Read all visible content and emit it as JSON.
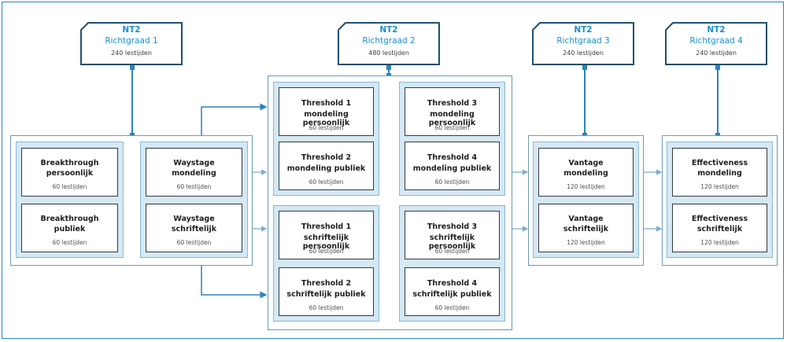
{
  "levels": [
    {
      "code": "NT2",
      "name": "Richtgraad 1",
      "hours": "240 lestijden"
    },
    {
      "code": "NT2",
      "name": "Richtgraad 2",
      "hours": "480 lestijden"
    },
    {
      "code": "NT2",
      "name": "Richtgraad 3",
      "hours": "240 lestijden"
    },
    {
      "code": "NT2",
      "name": "Richtgraad 4",
      "hours": "240 lestijden"
    }
  ],
  "modules": {
    "breakthrough_pers": {
      "line1": "Breakthrough",
      "line2": "persoonlijk",
      "hours": "60 lestijden"
    },
    "breakthrough_pub": {
      "line1": "Breakthrough",
      "line2": "publiek",
      "hours": "60 lestijden"
    },
    "waystage_mond": {
      "line1": "Waystage",
      "line2": "mondeling",
      "hours": "60 lestijden"
    },
    "waystage_schr": {
      "line1": "Waystage",
      "line2": "schriftelijk",
      "hours": "60 lestijden"
    },
    "t1_mond_pers": {
      "line1": "Threshold 1",
      "line2": "mondeling persoonlijk",
      "hours": "60 lestijden"
    },
    "t2_mond_pub": {
      "line1": "Threshold 2",
      "line2": "mondeling publiek",
      "hours": "60 lestijden"
    },
    "t3_mond_pers": {
      "line1": "Threshold 3",
      "line2": "mondeling persoonlijk",
      "hours": "60 lestijden"
    },
    "t4_mond_pub": {
      "line1": "Threshold 4",
      "line2": "mondeling publiek",
      "hours": "60 lestijden"
    },
    "t1_schr_pers": {
      "line1": "Threshold 1",
      "line2": "schriftelijk persoonlijk",
      "hours": "60 lestijden"
    },
    "t2_schr_pub": {
      "line1": "Threshold 2",
      "line2": "schriftelijk publiek",
      "hours": "60 lestijden"
    },
    "t3_schr_pers": {
      "line1": "Threshold 3",
      "line2": "schriftelijk persoonlijk",
      "hours": "60 lestijden"
    },
    "t4_schr_pub": {
      "line1": "Threshold 4",
      "line2": "schriftelijk publiek",
      "hours": "60 lestijden"
    },
    "vantage_mond": {
      "line1": "Vantage",
      "line2": "mondeling",
      "hours": "120 lestijden"
    },
    "vantage_schr": {
      "line1": "Vantage",
      "line2": "schriftelijk",
      "hours": "120 lestijden"
    },
    "eff_mond": {
      "line1": "Effectiveness",
      "line2": "mondeling",
      "hours": "120 lestijden"
    },
    "eff_schr": {
      "line1": "Effectiveness",
      "line2": "schriftelijk",
      "hours": "120 lestijden"
    }
  },
  "colors": {
    "accent": "#1a8fd0",
    "line": "#2c84b8",
    "column_fill": "#d4e8f5",
    "box_border": "#35393c"
  }
}
